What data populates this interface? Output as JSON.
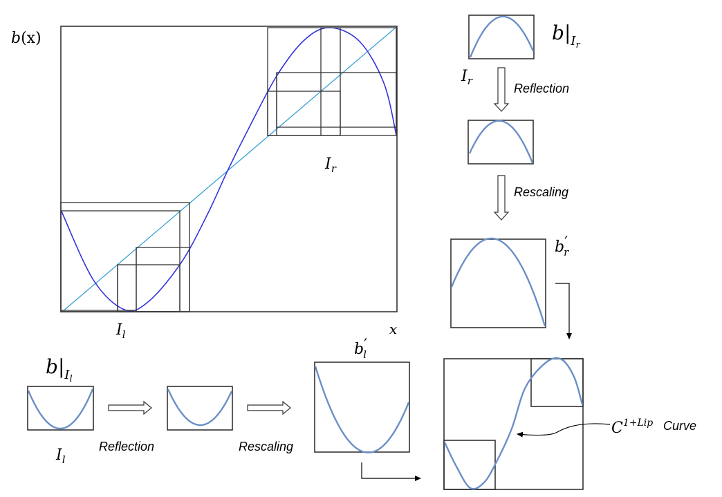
{
  "colors": {
    "main_curve": "#3333dd",
    "diagonal": "#3a9fd6",
    "small_curve": "#6a8fc7",
    "frame": "#333333"
  },
  "labels": {
    "main_ylabel_base": "b",
    "main_ylabel_arg": "(x)",
    "main_xlabel": "x",
    "interval_right_main": "I",
    "interval_right_sub": "r",
    "interval_left_main": "I",
    "interval_left_sub": "l",
    "restrict_right_base": "b",
    "restrict_right_sub_I": "I",
    "restrict_right_sub_r": "r",
    "interval_right_small_I": "I",
    "interval_right_small_sub": "r",
    "reflection_right": "Reflection",
    "rescaling_right": "Rescaling",
    "br_prime_base": "b",
    "br_prime_prime": "′",
    "br_prime_sub": "r",
    "restrict_left_base": "b",
    "restrict_left_sub_I": "I",
    "restrict_left_sub_l": "l",
    "interval_left_small_I": "I",
    "interval_left_small_sub": "l",
    "reflection_left": "Reflection",
    "rescaling_left": "Rescaling",
    "bl_prime_base": "b",
    "bl_prime_prime": "′",
    "bl_prime_sub": "l",
    "c_curve_C": "C",
    "c_curve_sup": "1+Lip",
    "c_curve_text": "Curve"
  }
}
